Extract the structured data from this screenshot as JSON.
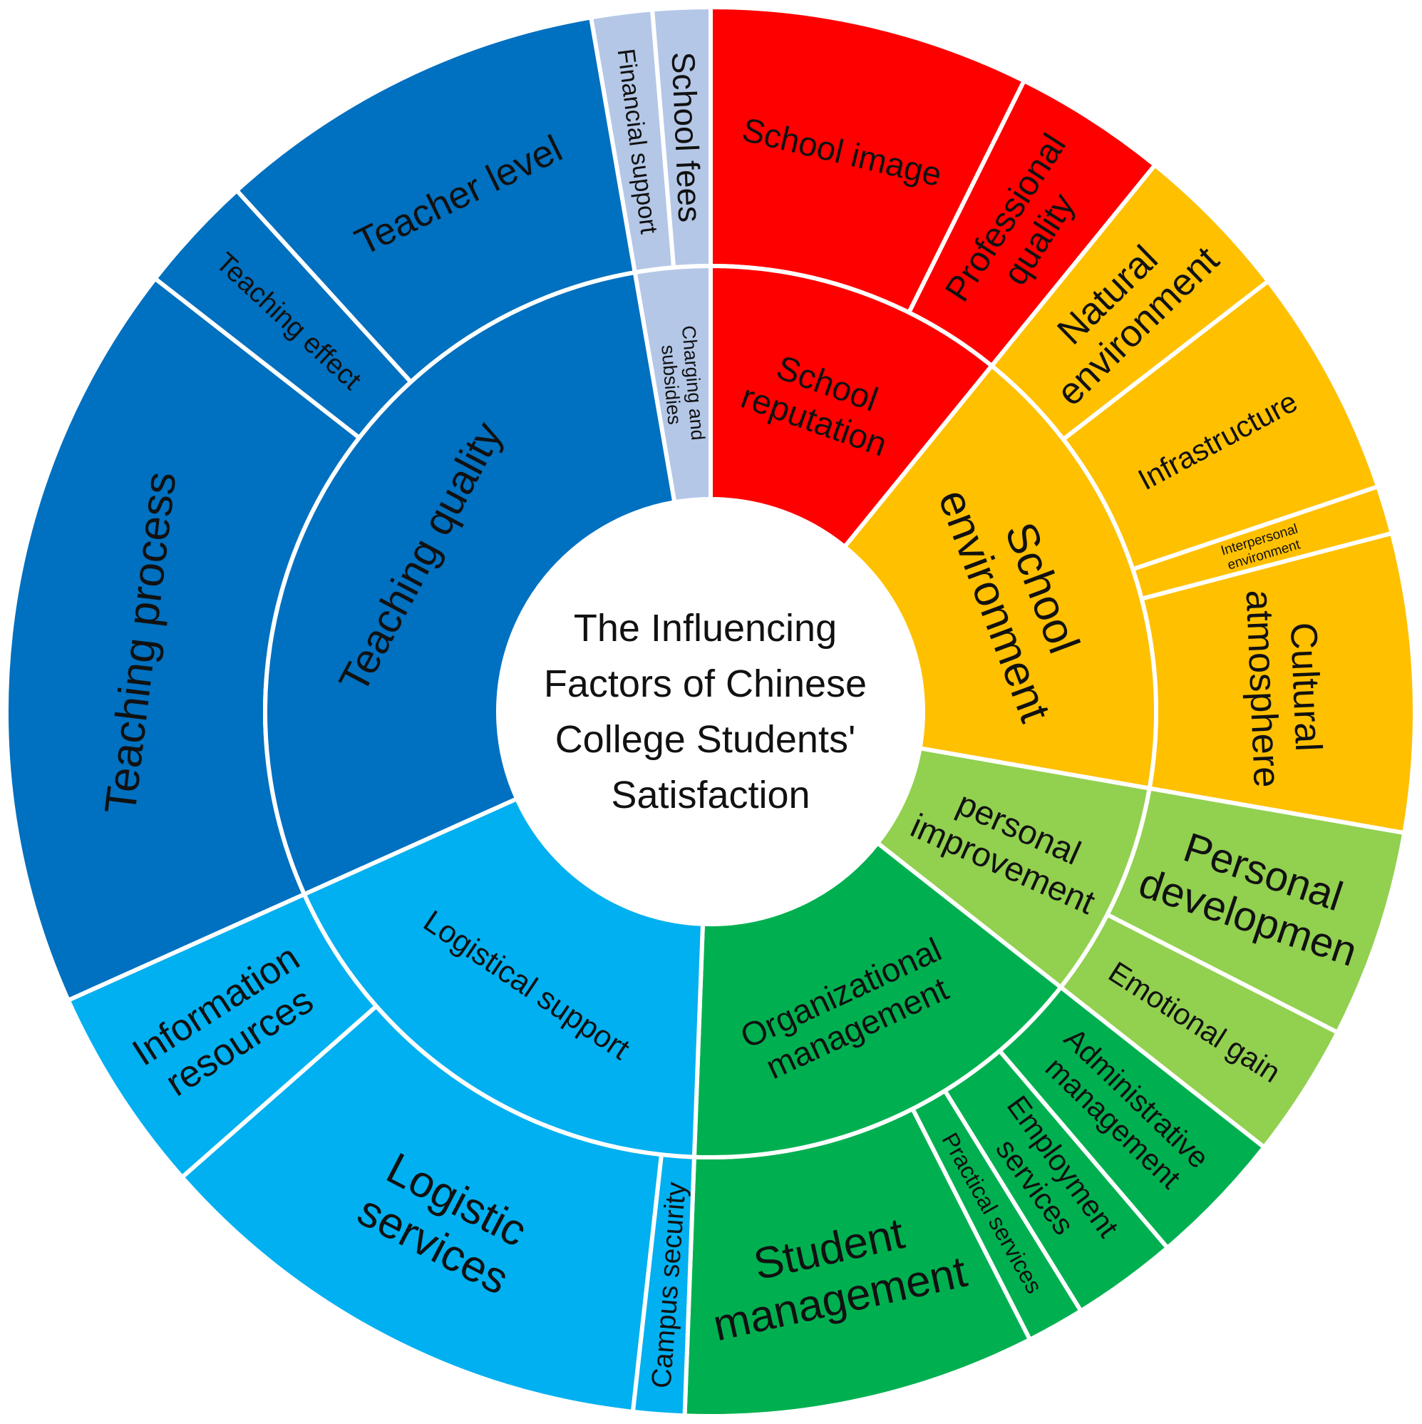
{
  "chart_data": {
    "type": "sunburst",
    "title": "The Influencing Factors of Chinese College Students' Satisfaction",
    "title_lines": [
      "The Influencing",
      "Factors of Chinese",
      "College Students'",
      "Satisfaction"
    ],
    "categories": [
      {
        "name": "School reputation",
        "label_lines": [
          "School",
          "reputation"
        ],
        "color": "#FF0000",
        "children": [
          {
            "name": "School image",
            "label_lines": [
              "School image"
            ],
            "value": 10.0
          },
          {
            "name": "Professional quality",
            "label_lines": [
              "Professional",
              "quality"
            ],
            "value": 4.8
          }
        ]
      },
      {
        "name": "School environment",
        "label_lines": [
          "School",
          "environment"
        ],
        "color": "#FFC000",
        "children": [
          {
            "name": "Natural environment",
            "label_lines": [
              "Natural",
              "environment"
            ],
            "value": 5.0
          },
          {
            "name": "Infrastructure",
            "label_lines": [
              "Infrastructure"
            ],
            "value": 7.2
          },
          {
            "name": "Interpersonal environment",
            "label_lines": [
              "Interpersonal",
              "environment"
            ],
            "value": 1.5
          },
          {
            "name": "Cultural atmosphere",
            "label_lines": [
              "Cultural",
              "atmosphere"
            ],
            "value": 9.3
          }
        ]
      },
      {
        "name": "personal improvement",
        "label_lines": [
          "personal",
          "improvement"
        ],
        "color": "#92D050",
        "children": [
          {
            "name": "Personal developmen",
            "label_lines": [
              "Personal",
              "developmen"
            ],
            "value": 6.5
          },
          {
            "name": "Emotional gain",
            "label_lines": [
              "Emotional gain"
            ],
            "value": 4.2
          }
        ]
      },
      {
        "name": "Organizational management",
        "label_lines": [
          "Organizational",
          "management"
        ],
        "color": "#00B050",
        "children": [
          {
            "name": "Administrative management",
            "label_lines": [
              "Administrative",
              "management"
            ],
            "value": 4.3
          },
          {
            "name": "Employment services",
            "label_lines": [
              "Employment",
              "services"
            ],
            "value": 3.3
          },
          {
            "name": "Practical services",
            "label_lines": [
              "Practical services"
            ],
            "value": 1.8
          },
          {
            "name": "Student management",
            "label_lines": [
              "Student",
              "management"
            ],
            "value": 11.0
          }
        ]
      },
      {
        "name": "Logistical support",
        "label_lines": [
          "Logistical support"
        ],
        "color": "#00B0F0",
        "children": [
          {
            "name": "Campus security",
            "label_lines": [
              "Campus security"
            ],
            "value": 1.6
          },
          {
            "name": "Logistic services",
            "label_lines": [
              "Logistic",
              "services"
            ],
            "value": 16.0
          },
          {
            "name": "Information resources",
            "label_lines": [
              "Information",
              "resources"
            ],
            "value": 6.5
          }
        ]
      },
      {
        "name": "Teaching quality",
        "label_lines": [
          "Teaching quality"
        ],
        "color": "#0070C0",
        "children": [
          {
            "name": "Teaching process",
            "label_lines": [
              "Teaching process"
            ],
            "value": 23.5
          },
          {
            "name": "Teaching effect",
            "label_lines": [
              "Teaching effect"
            ],
            "value": 3.7
          },
          {
            "name": "Teacher level",
            "label_lines": [
              "Teacher level"
            ],
            "value": 12.3
          }
        ]
      },
      {
        "name": "Charging and subsidies",
        "label_lines": [
          "Charging and",
          "subsidies"
        ],
        "color": "#B4C7E7",
        "children": [
          {
            "name": "Financial support",
            "label_lines": [
              "Financial support"
            ],
            "value": 1.9
          },
          {
            "name": "School fees",
            "label_lines": [
              "School fees"
            ],
            "value": 1.8
          }
        ]
      }
    ]
  }
}
